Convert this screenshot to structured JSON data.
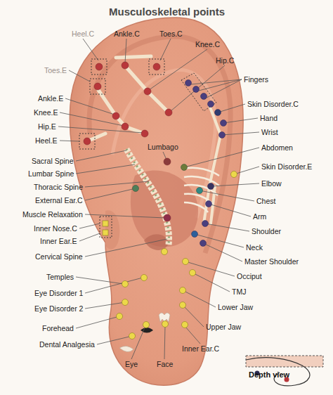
{
  "diagram": {
    "title": "Musculoskeletal points",
    "labels": [
      "Heel.C",
      "Ankle.C",
      "Toes.C",
      "Knee.C",
      "Hip.C",
      "Toes.E",
      "Fingers",
      "Ankle.E",
      "Skin Disorder.C",
      "Knee.E",
      "Hand",
      "Hip.E",
      "Wrist",
      "Heel.E",
      "Lumbago",
      "Abdomen",
      "Sacral Spine",
      "Skin Disorder.E",
      "Lumbar Spine",
      "Thoracic Spine",
      "Elbow",
      "External Ear.C",
      "Chest",
      "Muscle Relaxation",
      "Arm",
      "Inner Nose.C",
      "Inner Ear.E",
      "Shoulder",
      "Cervical Spine",
      "Neck",
      "Temples",
      "Master Shoulder",
      "Occiput",
      "Eye Disorder 1",
      "TMJ",
      "Eye Disorder 2",
      "Lower Jaw",
      "Forehead",
      "Upper Jaw",
      "Dental Analgesia",
      "Inner Ear.C",
      "Eye",
      "Face",
      "Depth view"
    ]
  }
}
